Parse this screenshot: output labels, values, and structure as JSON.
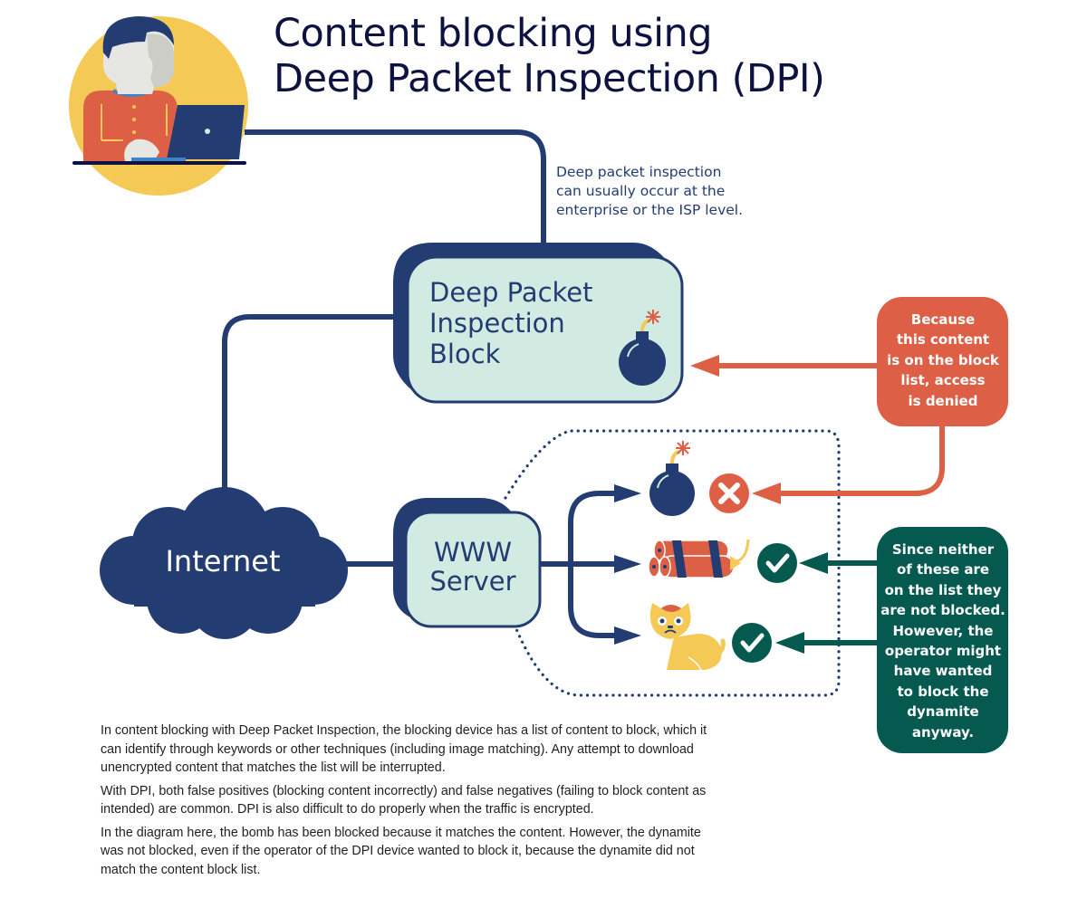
{
  "title": {
    "line1": "Content blocking using",
    "line2": "Deep Packet Inspection (DPI)"
  },
  "note": {
    "lines": [
      "Deep packet inspection",
      "can usually occur at the",
      "enterprise or the ISP level."
    ]
  },
  "dpi_block": {
    "lines": [
      "Deep Packet",
      "Inspection",
      "Block"
    ],
    "icon": "bomb-icon"
  },
  "internet": {
    "label": "Internet",
    "icon": "cloud-icon"
  },
  "server": {
    "lines": [
      "WWW",
      "Server"
    ]
  },
  "content_items": [
    {
      "name": "bomb",
      "icon": "bomb-icon",
      "status": "blocked",
      "status_icon": "x-circle-icon"
    },
    {
      "name": "dynamite",
      "icon": "dynamite-icon",
      "status": "allowed",
      "status_icon": "check-circle-icon"
    },
    {
      "name": "cat",
      "icon": "cat-icon",
      "status": "allowed",
      "status_icon": "check-circle-icon"
    }
  ],
  "callouts": {
    "blocked": {
      "lines": [
        "Because",
        "this content",
        "is on the block",
        "list, access",
        "is denied"
      ]
    },
    "allowed": {
      "lines": [
        "Since neither",
        "of these are",
        "on the list they",
        "are not blocked.",
        "However, the",
        "operator might",
        "have wanted",
        "to block the",
        "dynamite",
        "anyway."
      ]
    }
  },
  "body": {
    "paragraphs": [
      "In content blocking with Deep Packet Inspection, the blocking device has a list of content to block, which it can identify through keywords or other techniques (including image matching). Any attempt to download unencrypted content that matches the list will be interrupted.",
      "With DPI, both false positives (blocking content incorrectly) and false negatives (failing to block content as intended) are common. DPI is also difficult to do properly when the traffic is encrypted.",
      "In the diagram here, the bomb has been blocked because it matches the content. However, the dynamite was not blocked, even if the operator of the DPI device wanted to block it, because the dynamite did not match the content block list."
    ]
  },
  "colors": {
    "navy": "#233c72",
    "title": "#0d1240",
    "mint": "#d2ebe2",
    "red": "#dd5f45",
    "green": "#05594f",
    "yellow": "#f4c956"
  }
}
